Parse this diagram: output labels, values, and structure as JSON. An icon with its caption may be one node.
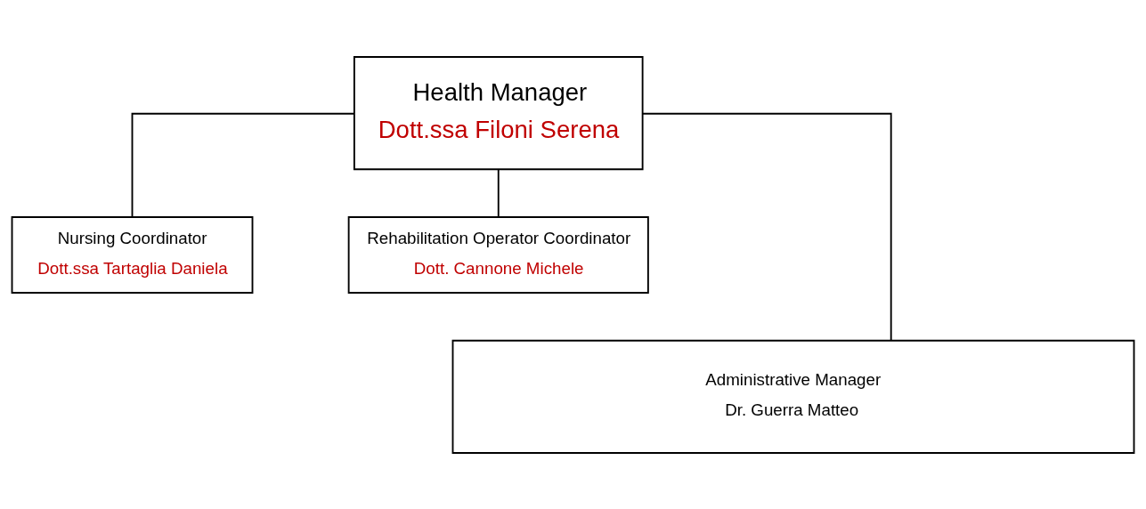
{
  "diagram": {
    "nodes": [
      {
        "text": [
          "Health Manager",
          "Dott.ssa Filoni Serena"
        ]
      },
      {
        "text": [
          "Nursing Coordinator",
          "Dott.ssa Tartaglia Daniela"
        ]
      },
      {
        "text": [
          "Rehabilitation Operator Coordinator",
          "Dott. Cannone Michele"
        ]
      },
      {
        "text": [
          "Administrative Manager",
          "Dr. Guerra Matteo"
        ]
      }
    ],
    "edges": [
      {
        "from": 0,
        "to": 1,
        "arrow": "none"
      },
      {
        "from": 0,
        "to": 2,
        "arrow": "none"
      },
      {
        "from": 0,
        "to": 3,
        "arrow": "none"
      }
    ]
  }
}
